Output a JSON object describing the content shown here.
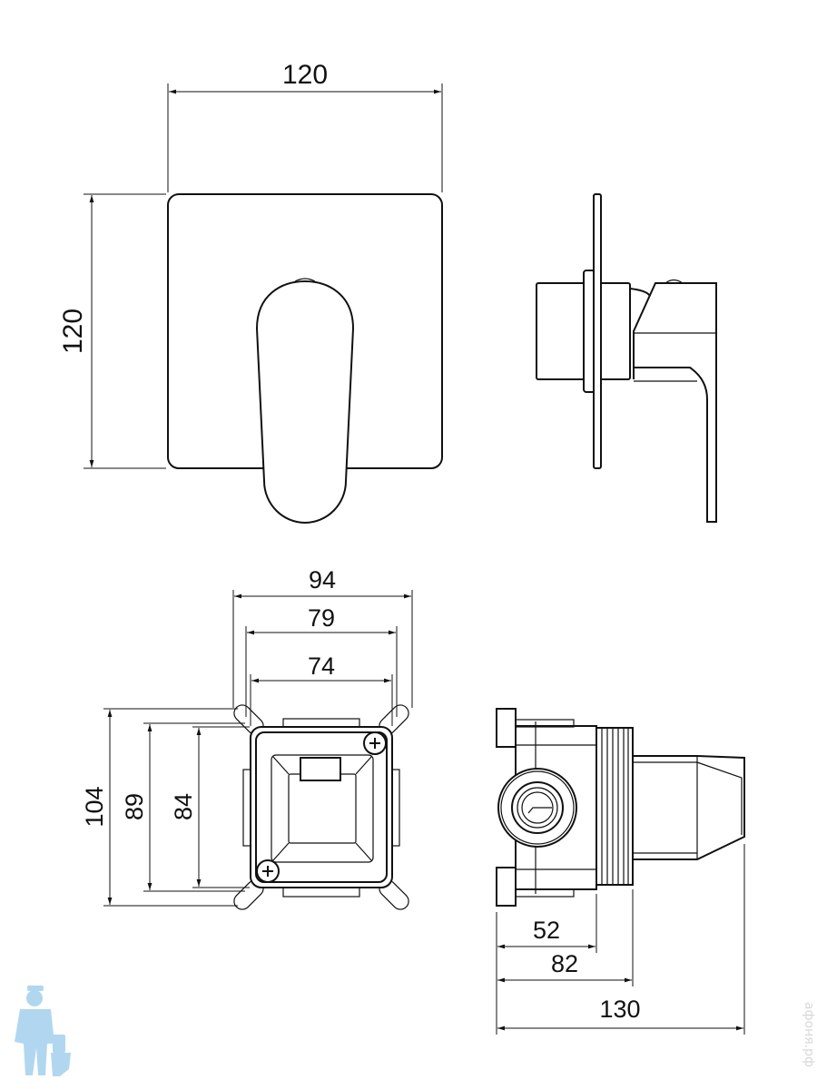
{
  "front_view": {
    "width_label": "120",
    "height_label": "120"
  },
  "box_front_view": {
    "outer_width_label": "94",
    "mid_width_label": "79",
    "inner_width_label": "74",
    "outer_height_label": "104",
    "mid_height_label": "89",
    "inner_height_label": "84"
  },
  "box_side_view": {
    "depth_52_label": "52",
    "depth_82_label": "82",
    "total_label": "130"
  },
  "watermark": {
    "text": "афоня.рф"
  },
  "colors": {
    "line": "#111111",
    "logo": "#a9d3ef",
    "watermark": "#d8d8d8"
  }
}
